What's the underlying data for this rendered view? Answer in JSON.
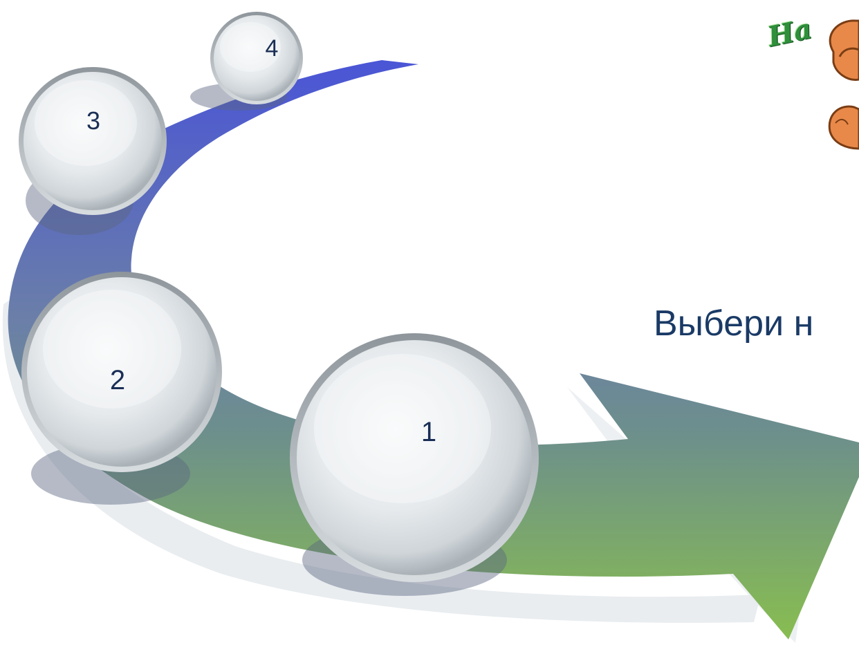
{
  "diagram": {
    "steps": [
      {
        "number": "1"
      },
      {
        "number": "2"
      },
      {
        "number": "3"
      },
      {
        "number": "4"
      }
    ],
    "instruction_text": "Выбери н",
    "corner_text": "На"
  },
  "colors": {
    "arrow_top": "#4a55d6",
    "arrow_mid": "#6b8a8c",
    "arrow_bottom": "#86bb52",
    "sphere_light": "#f6f8f9",
    "sphere_dark": "#c4cbd0",
    "label": "#1a2e55",
    "instruction": "#1a3a66",
    "cartoon_skin": "#e88a4a"
  }
}
